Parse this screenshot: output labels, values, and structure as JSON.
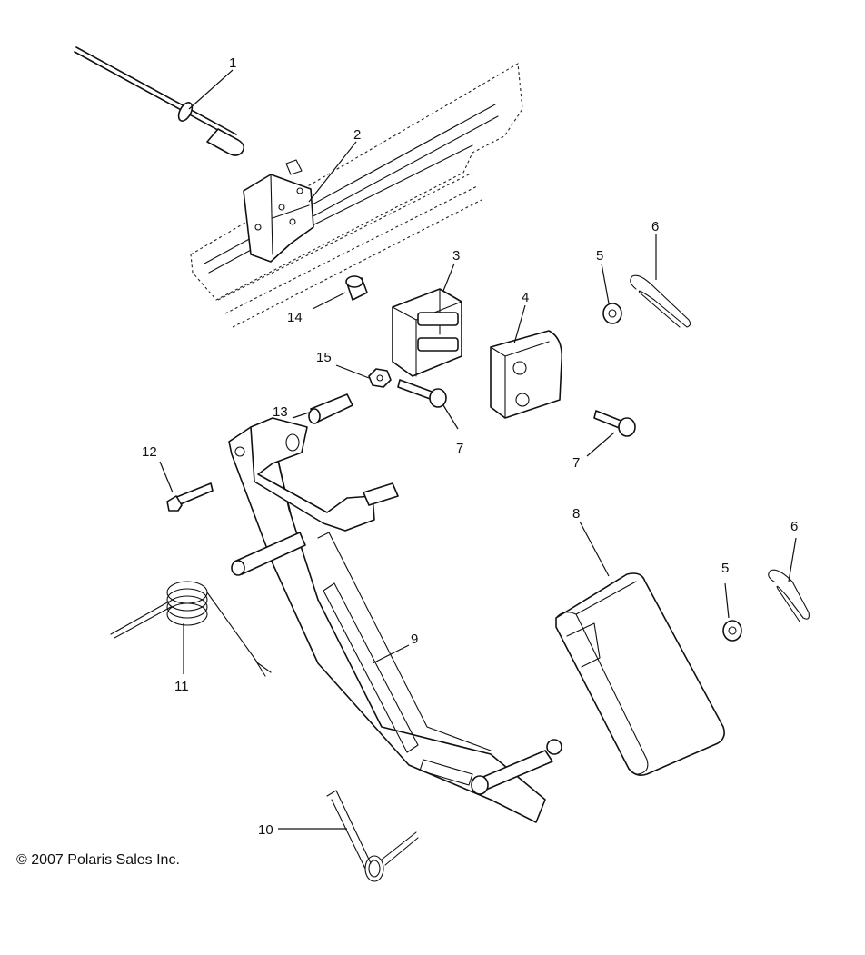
{
  "callouts": {
    "c1": "1",
    "c2": "2",
    "c3": "3",
    "c4": "4",
    "c5a": "5",
    "c5b": "5",
    "c6a": "6",
    "c6b": "6",
    "c7a": "7",
    "c7b": "7",
    "c8": "8",
    "c9": "9",
    "c10": "10",
    "c11": "11",
    "c12": "12",
    "c13": "13",
    "c14": "14",
    "c15": "15"
  },
  "copyright": "© 2007 Polaris Sales Inc."
}
